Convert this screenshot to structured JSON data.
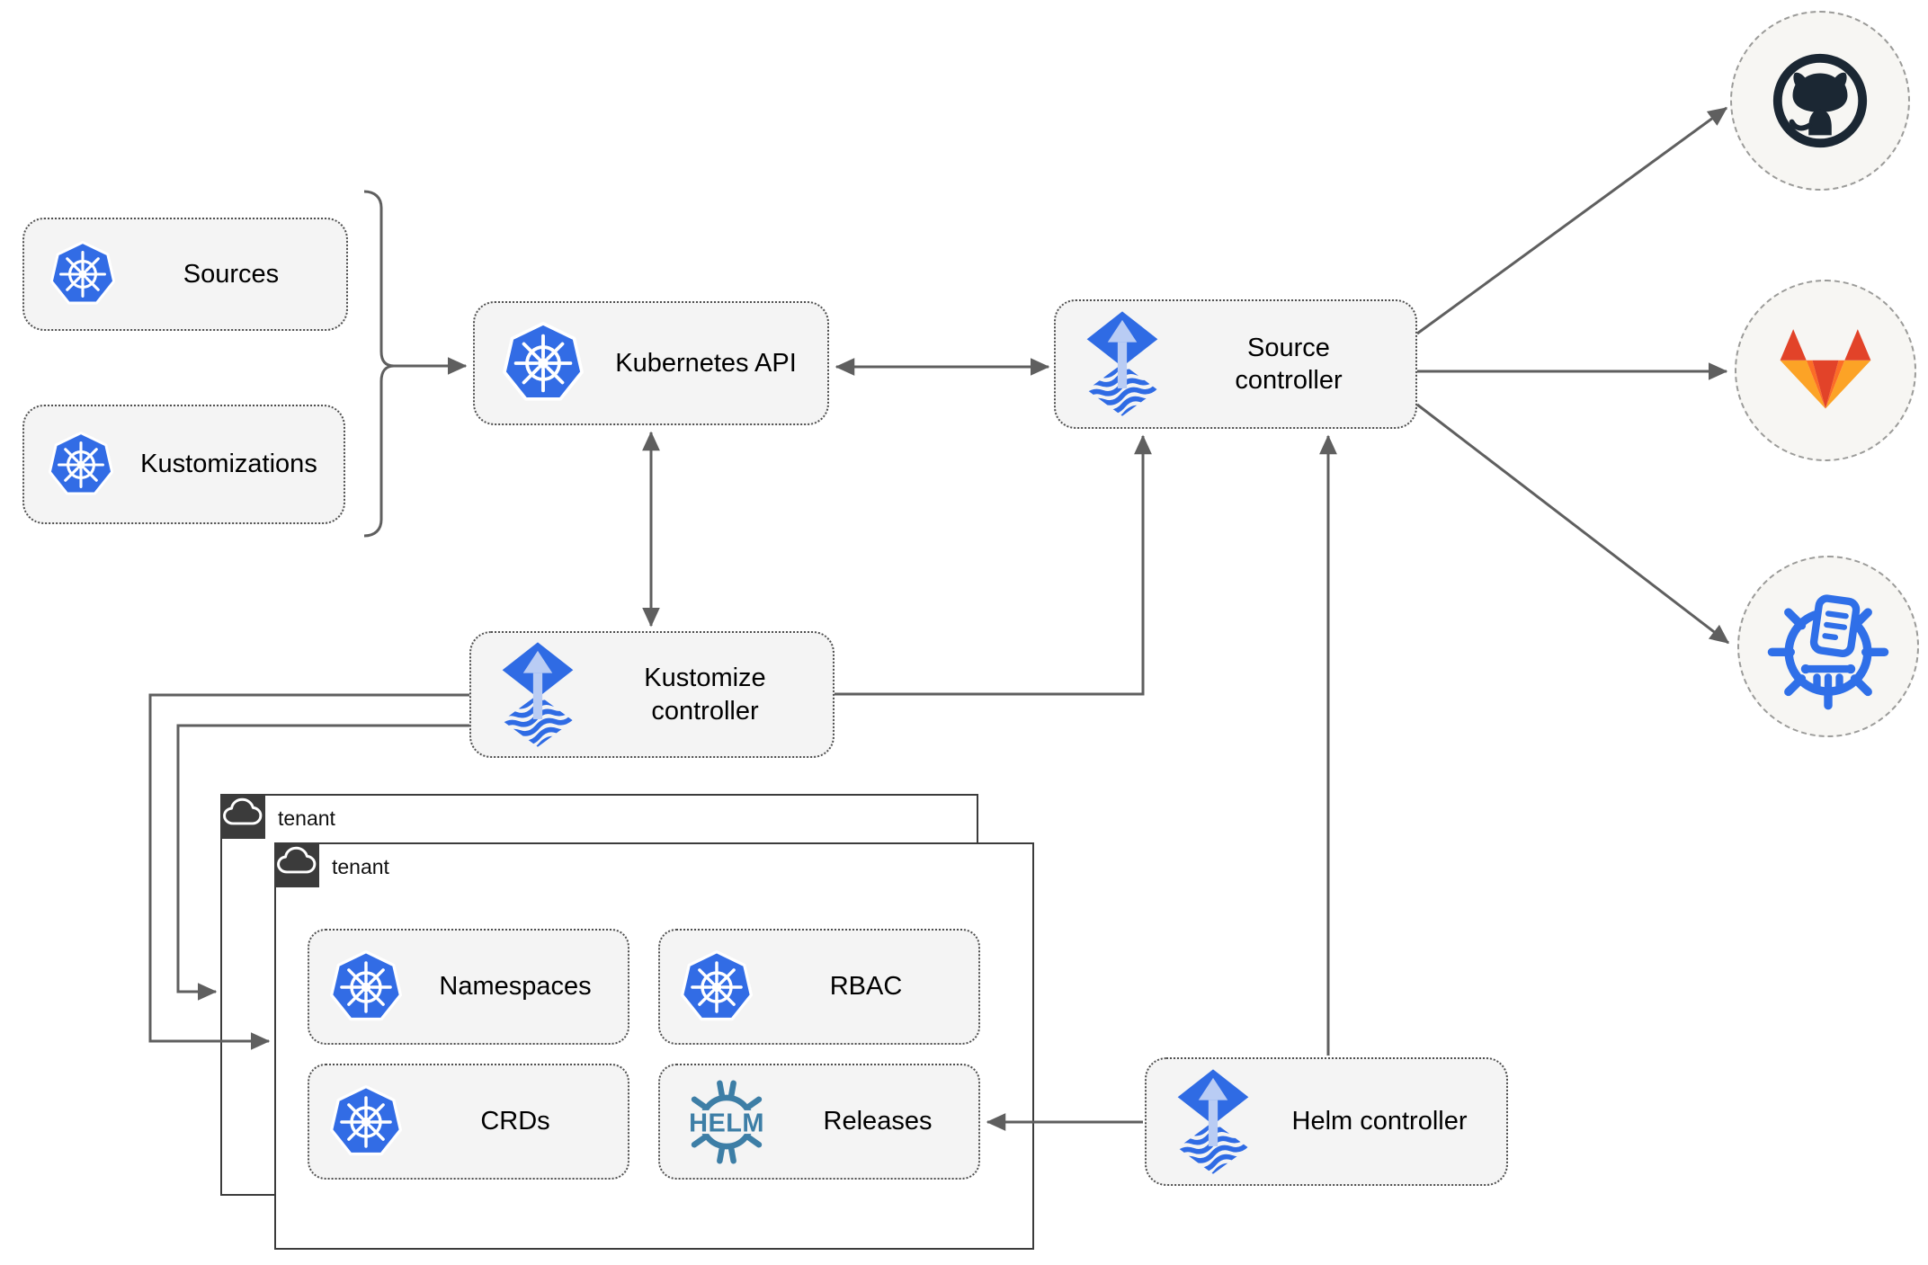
{
  "nodes": {
    "sources": {
      "label": "Sources",
      "icon": "kubernetes"
    },
    "kustomizations": {
      "label": "Kustomizations",
      "icon": "kubernetes"
    },
    "kubernetes_api": {
      "label": "Kubernetes API",
      "icon": "kubernetes"
    },
    "source_controller": {
      "label": "Source controller",
      "icon": "flux"
    },
    "kustomize_controller": {
      "label": "Kustomize controller",
      "icon": "flux"
    },
    "helm_controller": {
      "label": "Helm controller",
      "icon": "flux"
    },
    "namespaces": {
      "label": "Namespaces",
      "icon": "kubernetes"
    },
    "rbac": {
      "label": "RBAC",
      "icon": "kubernetes"
    },
    "crds": {
      "label": "CRDs",
      "icon": "kubernetes"
    },
    "releases": {
      "label": "Releases",
      "icon": "helm"
    }
  },
  "tenants": {
    "outer": {
      "label": "tenant"
    },
    "inner": {
      "label": "tenant"
    }
  },
  "external": {
    "github": {
      "name": "GitHub"
    },
    "gitlab": {
      "name": "GitLab"
    },
    "chartmuseum": {
      "name": "ChartMuseum"
    }
  },
  "icons": {
    "helm_wheel_text": "HELM"
  },
  "colors": {
    "kubernetes_blue": "#326ce5",
    "flux_blue": "#2f6be4",
    "flux_arrow_light": "#b9ccf4",
    "helm_teal": "#3d7ea6",
    "chartmuseum_blue": "#2f6fe8",
    "github_dark": "#1b2733",
    "gitlab_red": "#e24329",
    "gitlab_orange": "#fc6d26",
    "gitlab_yellow": "#fca326",
    "connector": "#5f5f5f",
    "node_fill": "#f4f4f4",
    "node_border": "#4f4f4f",
    "tenant_border": "#3c3c3c",
    "tab_bg": "#3b3b3b",
    "circle_fill": "#f7f6f3",
    "circle_border": "#9b9b99"
  }
}
